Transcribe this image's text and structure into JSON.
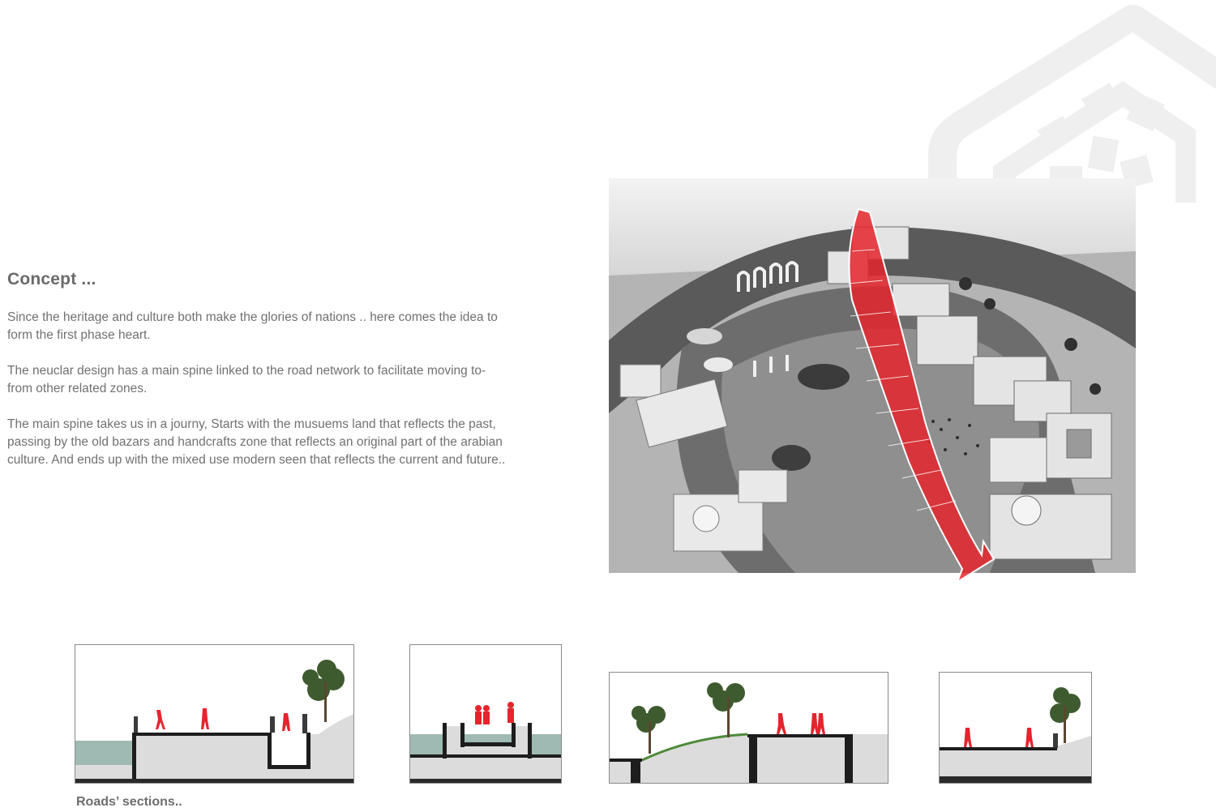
{
  "concept": {
    "title": "Concept ...",
    "paragraphs": [
      "Since the heritage and culture both make the glories of nations .. here comes the idea to form the  first phase heart.",
      "The neuclar design has a main spine linked to the road network to facilitate moving to-from other related zones.",
      "The main spine takes us in a journy, Starts with the musuems land that reflects the past, passing by the old bazars and handcrafts zone that reflects an original part of the arabian culture. And ends up with the mixed use modern seen that reflects the current and future.."
    ]
  },
  "sections": {
    "caption": "Roads’ sections.."
  },
  "colors": {
    "accent_red": "#e5252d",
    "text_gray": "#717171",
    "watermark_gray": "#eeeeee",
    "water": "#9fbab3"
  },
  "icons": {
    "watermark": "arabic-pattern-watermark",
    "spine_arrow": "red-spine-arrow"
  }
}
